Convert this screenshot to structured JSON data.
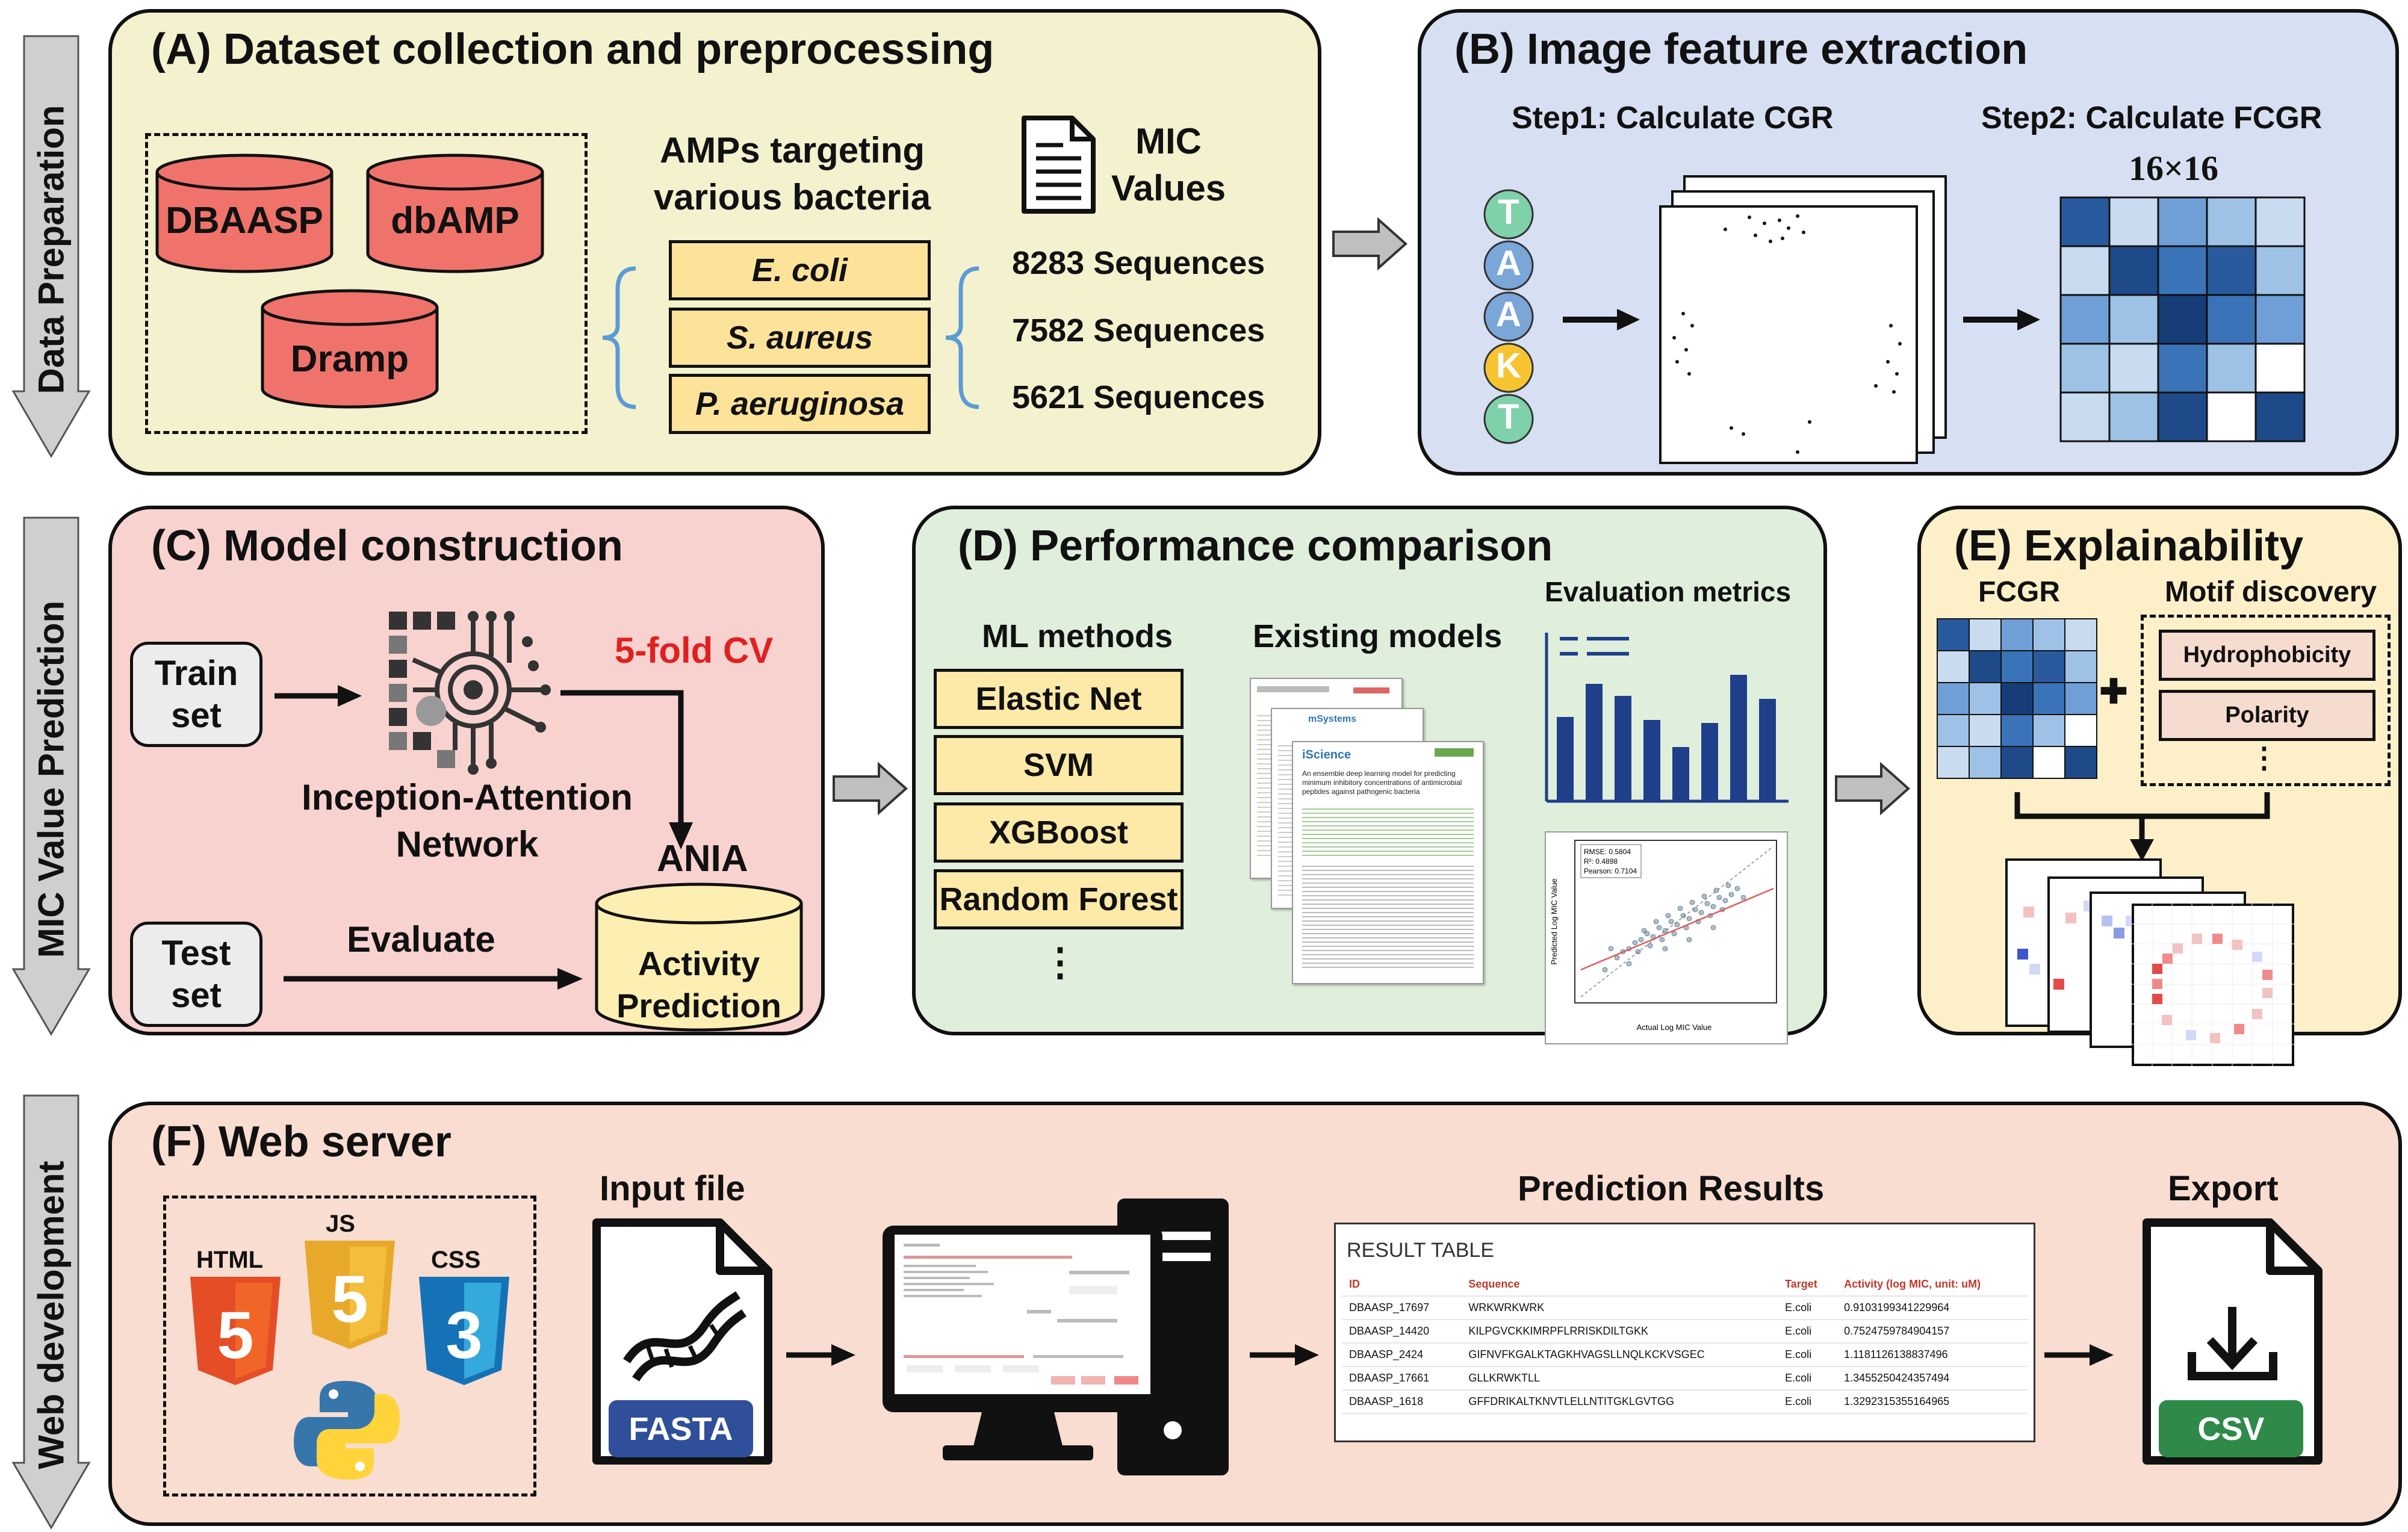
{
  "side_labels": {
    "data_prep": "Data Preparation",
    "mic_pred": "MIC Value Prediction",
    "web_dev": "Web development"
  },
  "panel_a": {
    "title": "(A) Dataset collection and preprocessing",
    "databases": [
      "DBAASP",
      "dbAMP",
      "Dramp"
    ],
    "amps_heading": "AMPs targeting various bacteria",
    "bacteria": [
      "E. coli",
      "S. aureus",
      "P. aeruginosa"
    ],
    "mic_heading": "MIC Values",
    "sequence_counts": [
      "8283 Sequences",
      "7582 Sequences",
      "5621 Sequences"
    ]
  },
  "panel_b": {
    "title": "(B) Image feature extraction",
    "step1": "Step1: Calculate CGR",
    "step2": "Step2: Calculate FCGR",
    "grid_size": "16×16",
    "letters": [
      "T",
      "A",
      "A",
      "K",
      "T"
    ]
  },
  "panel_c": {
    "title": "(C) Model construction",
    "train_set": "Train set",
    "test_set": "Test set",
    "cv": "5-fold CV",
    "network": "Inception-Attention Network",
    "model_name": "ANIA",
    "evaluate": "Evaluate",
    "activity_prediction": "Activity Prediction"
  },
  "panel_d": {
    "title": "(D) Performance comparison",
    "ml_heading": "ML methods",
    "ml_methods": [
      "Elastic Net",
      "SVM",
      "XGBoost",
      "Random Forest"
    ],
    "ellipsis": "⋮",
    "existing_heading": "Existing models",
    "metrics_heading": "Evaluation metrics",
    "scatter_stats": [
      "RMSE: 0.5804",
      "R²: 0.4898",
      "Pearson: 0.7104"
    ],
    "scatter_xlabel": "Actual Log MIC Value",
    "scatter_ylabel": "Predicted Log MIC Value",
    "paper_journals": [
      "iScience",
      "mSystems"
    ],
    "paper_title": "An ensemble deep learning model for predicting minimum inhibitory concentrations of antimicrobial peptides against pathogenic bacteria",
    "colors": {
      "bar": "#1f3f8a",
      "accent_red": "#e02020"
    }
  },
  "panel_e": {
    "title": "(E) Explainability",
    "fcgr_heading": "FCGR",
    "motif_heading": "Motif discovery",
    "motifs": [
      "Hydrophobicity",
      "Polarity"
    ],
    "ellipsis": "⋮",
    "plus": "✚"
  },
  "panel_f": {
    "title": "(F) Web server",
    "tech_icons": [
      "HTML",
      "JS",
      "CSS",
      "python-icon"
    ],
    "input_heading": "Input file",
    "fasta_label": "FASTA",
    "results_heading": "Prediction Results",
    "export_heading": "Export",
    "csv_label": "CSV",
    "result_table": {
      "title": "RESULT TABLE",
      "columns": [
        "ID",
        "Sequence",
        "Target",
        "Activity (log MIC, unit: uM)"
      ],
      "rows": [
        [
          "DBAASP_17697",
          "WRKWRKWRK",
          "E.coli",
          "0.9103199341229964"
        ],
        [
          "DBAASP_14420",
          "KILPGVCKKIMRPFLRRISKDILTGKK",
          "E.coli",
          "0.7524759784904157"
        ],
        [
          "DBAASP_2424",
          "GIFNVFKGALKTAGKHVAGSLLNQLKCKVSGEC",
          "E.coli",
          "1.1181126138837496"
        ],
        [
          "DBAASP_17661",
          "GLLKRWKTLL",
          "E.coli",
          "1.3455250424357494"
        ],
        [
          "DBAASP_1618",
          "GFFDRIKALTKNVTLELLNTITGKLGVTGG",
          "E.coli",
          "1.3292315355164965"
        ]
      ]
    }
  }
}
